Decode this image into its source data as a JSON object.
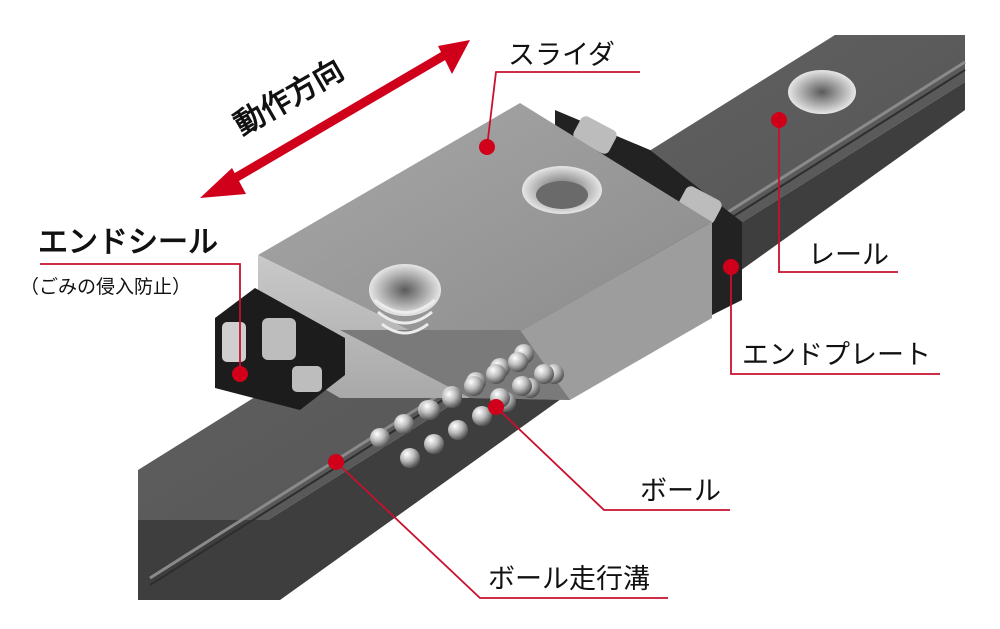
{
  "labels": {
    "motion_direction": "動作方向",
    "slider": "スライダ",
    "end_seal": "エンドシール",
    "end_seal_note": "（ごみの侵入防止）",
    "rail": "レール",
    "end_plate": "エンドプレート",
    "ball": "ボール",
    "ball_groove": "ボール走行溝"
  },
  "colors": {
    "leader_line": "#c8102e",
    "marker_dot": "#d0001b",
    "arrow": "#d0001b",
    "rail": "#595959",
    "slider": "#9a9a9a",
    "end_seal": "#1c1c1c",
    "ball": "#d8d8d8"
  }
}
